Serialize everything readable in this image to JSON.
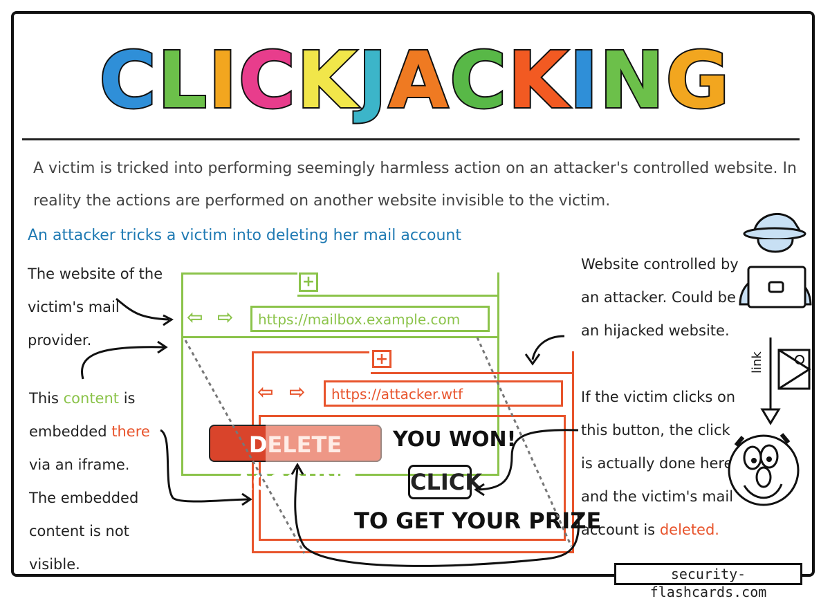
{
  "title": "CLICKJACKING",
  "title_colors": [
    "#2f8fd8",
    "#6cc04a",
    "#f2a61f",
    "#e83d8c",
    "#f1e64a",
    "#3cb5c9",
    "#ef7a22",
    "#58b847",
    "#f25a22"
  ],
  "description": "A victim is tricked into performing seemingly harmless action on an attacker's controlled website. In reality the actions are performed on another website invisible to the victim.",
  "subtitle": "An attacker tricks a victim into deleting her mail account",
  "left_annotations": {
    "mail_provider": "The website of the victim's mail provider.",
    "embedded_1": "This",
    "embedded_content": "content",
    "embedded_2": "is embedded",
    "embedded_there": "there",
    "embedded_3": "via an iframe.",
    "not_visible": "The embedded content is not visible."
  },
  "right_annotations": {
    "attacker_site": "Website controlled by an attacker. Could be an hijacked website.",
    "click_1": "If the victim clicks on this button, the click is actually done here and the victim's mail account is",
    "click_deleted": "deleted."
  },
  "mail_browser": {
    "url": "https://mailbox.example.com"
  },
  "attacker_browser": {
    "url": "https://attacker.wtf"
  },
  "delete_button_label": "DELETE ACCOUNT",
  "prize": {
    "won": "YOU WON!",
    "click": "CLICK",
    "get": "TO GET YOUR PRIZE"
  },
  "link_label": "link",
  "footer": "security-flashcards.com",
  "colors": {
    "green": "#8bc34a",
    "red": "#e8542c",
    "blue": "#1f7ab3"
  }
}
